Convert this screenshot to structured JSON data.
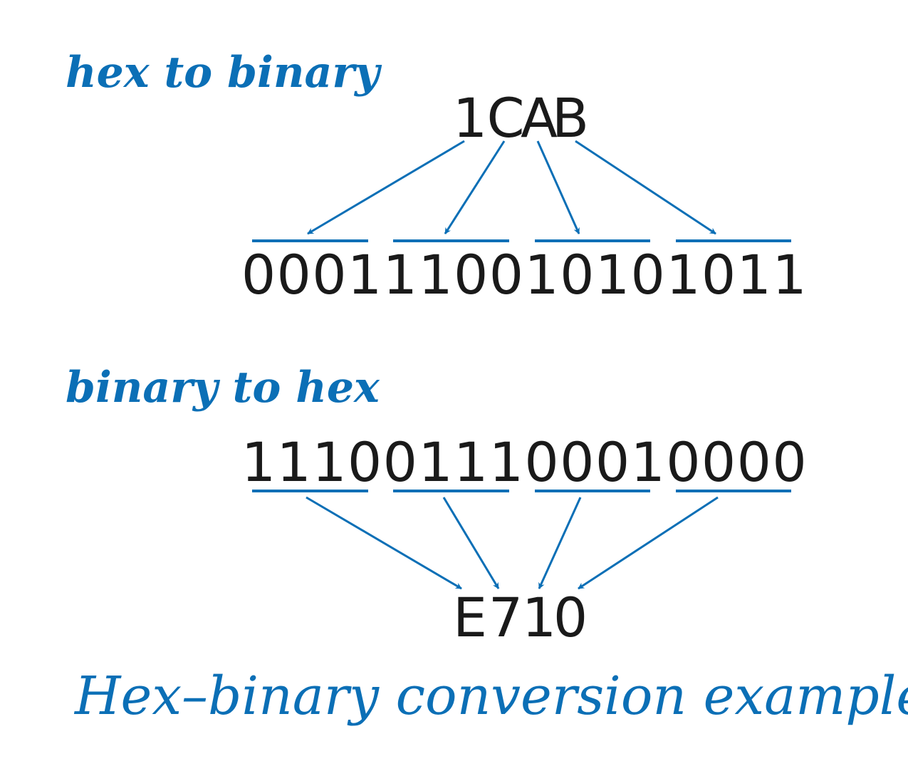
{
  "colors": {
    "accent": "#0b6fb6",
    "text": "#1a1a1a",
    "background": "#ffffff"
  },
  "hex_to_binary": {
    "label": "hex to binary",
    "hex": "1CAB",
    "binary": "0001110010101011"
  },
  "binary_to_hex": {
    "label": "binary to hex",
    "binary": "1110011100010000",
    "hex": "E710"
  },
  "caption": "Hex–binary conversion examples"
}
